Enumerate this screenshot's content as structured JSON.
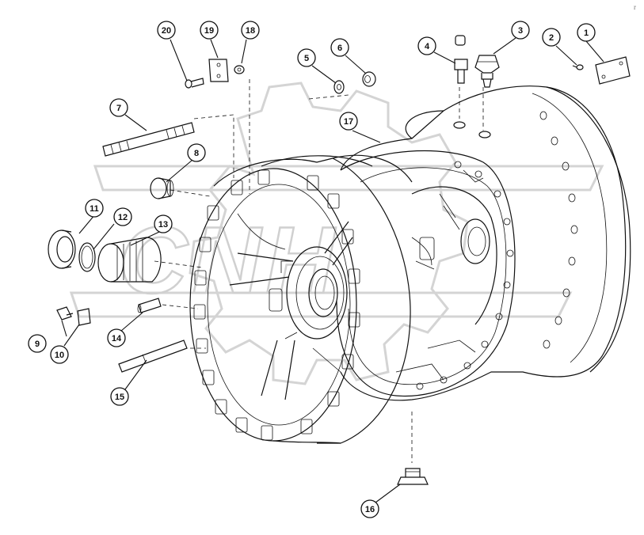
{
  "diagram": {
    "type": "exploded-parts-view",
    "watermark_text": "CNH",
    "corner_mark": "r",
    "callouts": [
      {
        "id": "c1",
        "label": "1"
      },
      {
        "id": "c2",
        "label": "2"
      },
      {
        "id": "c3",
        "label": "3"
      },
      {
        "id": "c4",
        "label": "4"
      },
      {
        "id": "c5",
        "label": "5"
      },
      {
        "id": "c6",
        "label": "6"
      },
      {
        "id": "c7",
        "label": "7"
      },
      {
        "id": "c8",
        "label": "8"
      },
      {
        "id": "c9",
        "label": "9"
      },
      {
        "id": "c10",
        "label": "10"
      },
      {
        "id": "c11",
        "label": "11"
      },
      {
        "id": "c12",
        "label": "12"
      },
      {
        "id": "c13",
        "label": "13"
      },
      {
        "id": "c14",
        "label": "14"
      },
      {
        "id": "c15",
        "label": "15"
      },
      {
        "id": "c16",
        "label": "16"
      },
      {
        "id": "c17",
        "label": "17"
      },
      {
        "id": "c18",
        "label": "18"
      },
      {
        "id": "c19",
        "label": "19"
      },
      {
        "id": "c20",
        "label": "20"
      }
    ]
  }
}
